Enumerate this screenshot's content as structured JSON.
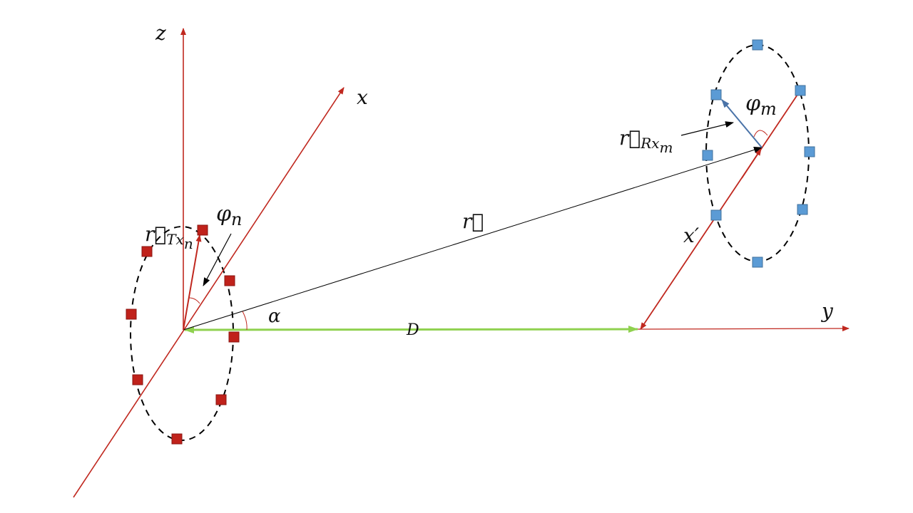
{
  "labels": {
    "z_axis": "z",
    "x_axis": "x",
    "y_axis": "y",
    "x_prime_axis": "x′",
    "alpha": "α",
    "distance": "D",
    "r_vector": "r⃗",
    "phi_n": "φ",
    "phi_n_sub": "n",
    "phi_m": "φ",
    "phi_m_sub": "m",
    "r_tx": "r⃗",
    "r_tx_sub": "Tx",
    "r_tx_subsub": "n",
    "r_rx": "r⃗",
    "r_rx_sub": "Rx",
    "r_rx_subsub": "m"
  },
  "colors": {
    "axis": "#c0281f",
    "tx_element": "#c0221b",
    "rx_element": "#5b9bd5",
    "distance_arrow": "#8fd14f",
    "rx_vector": "#4a73a8"
  }
}
